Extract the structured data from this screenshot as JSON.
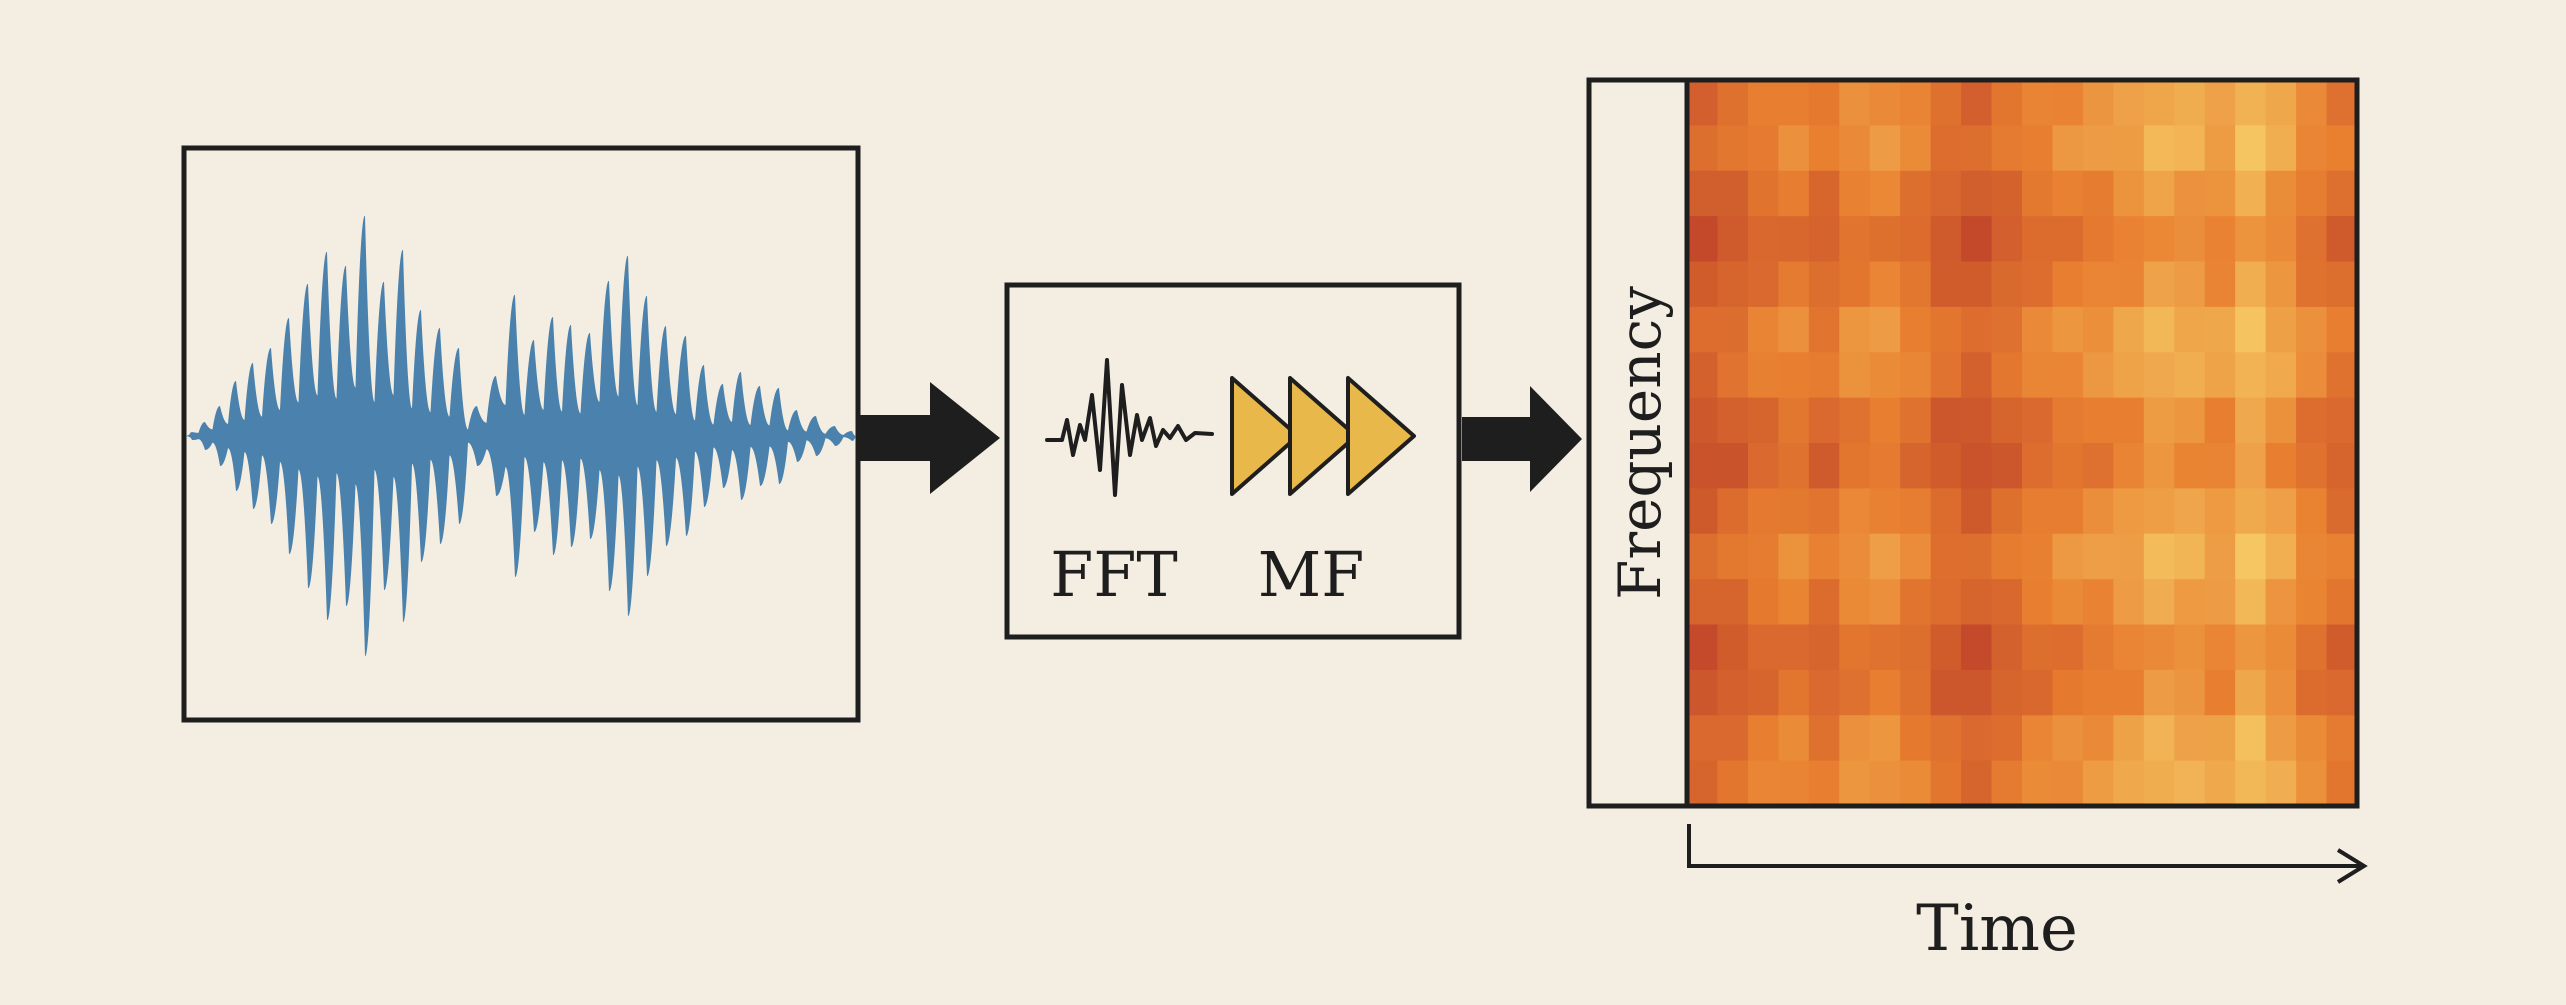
{
  "colors": {
    "background": "#f4ede1",
    "waveform": "#4a82ad",
    "box_stroke": "#1e1e1e",
    "arrow": "#1e1e1e",
    "filter_fill": "#e8b84a",
    "heat_dark": "#c0452a",
    "heat_mid": "#e87f30",
    "heat_light": "#f6cc66"
  },
  "waveform": {
    "icon": "audio-waveform"
  },
  "processing": {
    "fft_label": "FFT",
    "mf_label": "MF",
    "fft_icon": "signal-squiggle-icon",
    "mf_icon": "triangle-filter-bank-icon"
  },
  "spectrogram": {
    "y_axis_label": "Frequency",
    "x_axis_label": "Time"
  }
}
